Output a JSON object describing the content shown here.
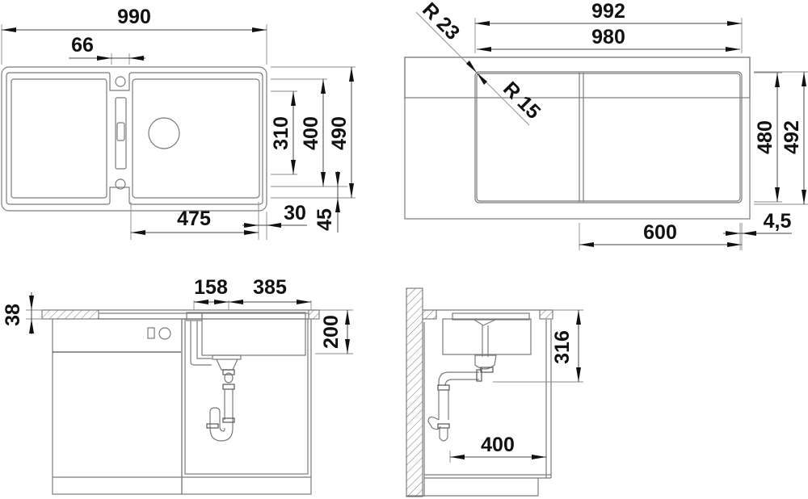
{
  "views": {
    "top_sink": {
      "title": "Top view - sink with drainer",
      "dimensions": {
        "overall_width": "990",
        "tap_hole_offset": "66",
        "bowl_width": "475",
        "edge_right": "30",
        "bowl_depth_inner": "310",
        "bowl_depth": "400",
        "overall_depth": "490",
        "edge_bottom": "45"
      }
    },
    "cutout": {
      "title": "Cut-out template",
      "dimensions": {
        "outer_width": "992",
        "cutout_width": "980",
        "outer_radius": "R 23",
        "inner_radius": "R 15",
        "cutout_depth": "480",
        "outer_depth": "492",
        "bowl_cutout_width": "600",
        "offset": "4,5"
      }
    },
    "front_section": {
      "title": "Front section - cabinet installation",
      "dimensions": {
        "worktop_thickness": "38",
        "drain_offset": "158",
        "bowl_half_width": "385",
        "bowl_height": "200"
      }
    },
    "side_section": {
      "title": "Side section - wall installation",
      "dimensions": {
        "drain_height": "316",
        "cabinet_depth": "400"
      }
    }
  },
  "colors": {
    "line": "#7a7a7a",
    "text": "#111111",
    "background": "#ffffff"
  }
}
